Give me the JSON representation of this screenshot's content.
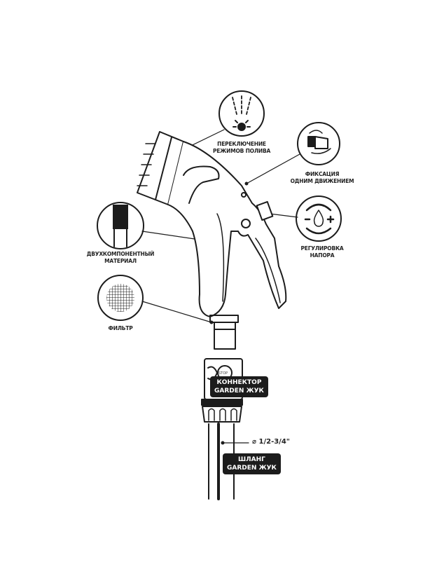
{
  "callouts": {
    "spray_modes": [
      "ПЕРЕКЛЮЧЕНИЕ",
      "РЕЖИМОВ ПОЛИВА"
    ],
    "one_motion_lock": [
      "ФИКСАЦИЯ",
      "ОДНИМ ДВИЖЕНИЕМ"
    ],
    "two_component": [
      "ДВУХКОМПОНЕНТНЫЙ",
      "МАТЕРИАЛ"
    ],
    "pressure": [
      "РЕГУЛИРОВКА",
      "НАПОРА"
    ],
    "filter": [
      "ФИЛЬТР"
    ]
  },
  "connector_tag": [
    "КОННЕКТОР",
    "GARDEN ЖУК"
  ],
  "hose_tag": [
    "ШЛАНГ",
    "GARDEN ЖУК"
  ],
  "diameter": "⌀ 1/2-3/4\"",
  "stop_label": "STOP"
}
